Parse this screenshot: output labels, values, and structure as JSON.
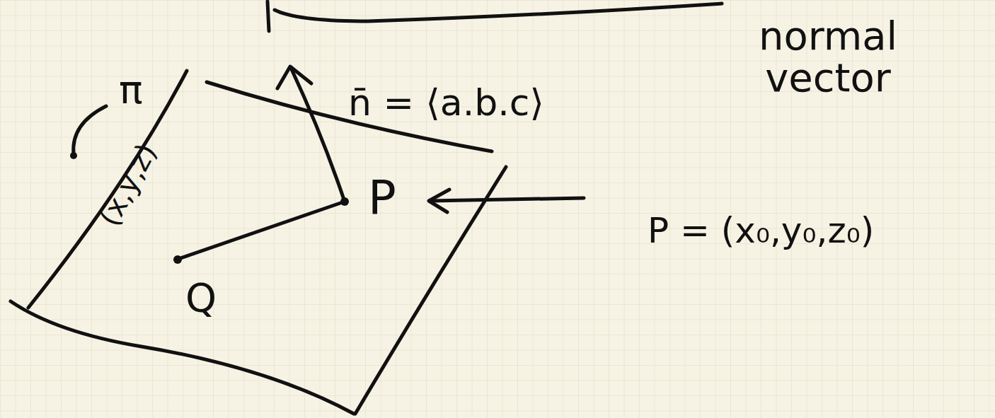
{
  "diagram": {
    "labels": [
      "π",
      "n̄ = ⟨a.b.c⟩",
      "normal vector",
      "(x,y,z)",
      "P",
      "Q",
      "P = (x₀,y₀,z₀)"
    ]
  }
}
